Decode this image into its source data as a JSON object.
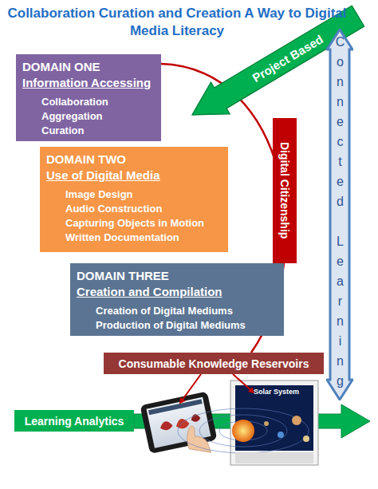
{
  "diagram": {
    "title": "Collaboration Curation and Creation A Way to Digital Media Literacy",
    "nodes": [
      {
        "text": [
          "DOMAIN ONE",
          "Information Accessing",
          "Collaboration",
          "Aggregation",
          "Curation"
        ]
      },
      {
        "text": [
          "Project Based"
        ]
      },
      {
        "text": [
          "Connected Learning"
        ]
      },
      {
        "text": [
          "DOMAIN TWO",
          "Use of Digital Media",
          "Image Design",
          "Audio Construction",
          "Capturing Objects in Motion",
          "Written Documentation"
        ]
      },
      {
        "text": [
          "Digital Citizenship"
        ]
      },
      {
        "text": [
          "DOMAIN THREE",
          "Creation and Compilation",
          "Creation of Digital Mediums",
          "Production of Digital Mediums"
        ]
      },
      {
        "text": [
          "Consumable Knowledge Reservoirs"
        ]
      },
      {
        "text": [
          "Learning Analytics"
        ]
      }
    ],
    "edges": [
      {
        "from": 0,
        "to": 6,
        "arrow": "none"
      }
    ],
    "labels": [
      "Solar System"
    ]
  }
}
